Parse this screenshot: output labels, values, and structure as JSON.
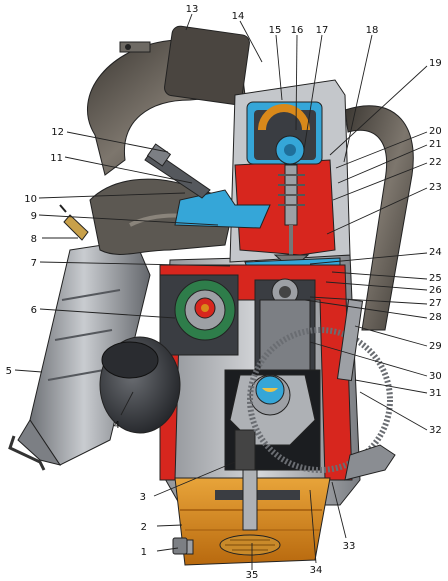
{
  "diagram": {
    "labels": [
      {
        "id": "1",
        "text": "1"
      },
      {
        "id": "2",
        "text": "2"
      },
      {
        "id": "3",
        "text": "3"
      },
      {
        "id": "4",
        "text": "4"
      },
      {
        "id": "5",
        "text": "5"
      },
      {
        "id": "6",
        "text": "6"
      },
      {
        "id": "7",
        "text": "7"
      },
      {
        "id": "8",
        "text": "8"
      },
      {
        "id": "9",
        "text": "9"
      },
      {
        "id": "10",
        "text": "10"
      },
      {
        "id": "11",
        "text": "11"
      },
      {
        "id": "12",
        "text": "12"
      },
      {
        "id": "13",
        "text": "13"
      },
      {
        "id": "14",
        "text": "14"
      },
      {
        "id": "15",
        "text": "15"
      },
      {
        "id": "16",
        "text": "16"
      },
      {
        "id": "17",
        "text": "17"
      },
      {
        "id": "18",
        "text": "18"
      },
      {
        "id": "19",
        "text": "19"
      },
      {
        "id": "20",
        "text": "20"
      },
      {
        "id": "21",
        "text": "21"
      },
      {
        "id": "22",
        "text": "22"
      },
      {
        "id": "23",
        "text": "23"
      },
      {
        "id": "24",
        "text": "24"
      },
      {
        "id": "25",
        "text": "25"
      },
      {
        "id": "26",
        "text": "26"
      },
      {
        "id": "27",
        "text": "27"
      },
      {
        "id": "28",
        "text": "28"
      },
      {
        "id": "29",
        "text": "29"
      },
      {
        "id": "30",
        "text": "30"
      },
      {
        "id": "31",
        "text": "31"
      },
      {
        "id": "32",
        "text": "32"
      },
      {
        "id": "33",
        "text": "33"
      },
      {
        "id": "34",
        "text": "34"
      },
      {
        "id": "35",
        "text": "35"
      }
    ],
    "colors": {
      "coolant": "#35a6d8",
      "oil": "#d9891a",
      "section": "#d7261e",
      "metal_light": "#b9bcc0",
      "metal_dark": "#3a3d42",
      "pipe": "#5a5550",
      "catalyst": "#8a8d92"
    }
  }
}
